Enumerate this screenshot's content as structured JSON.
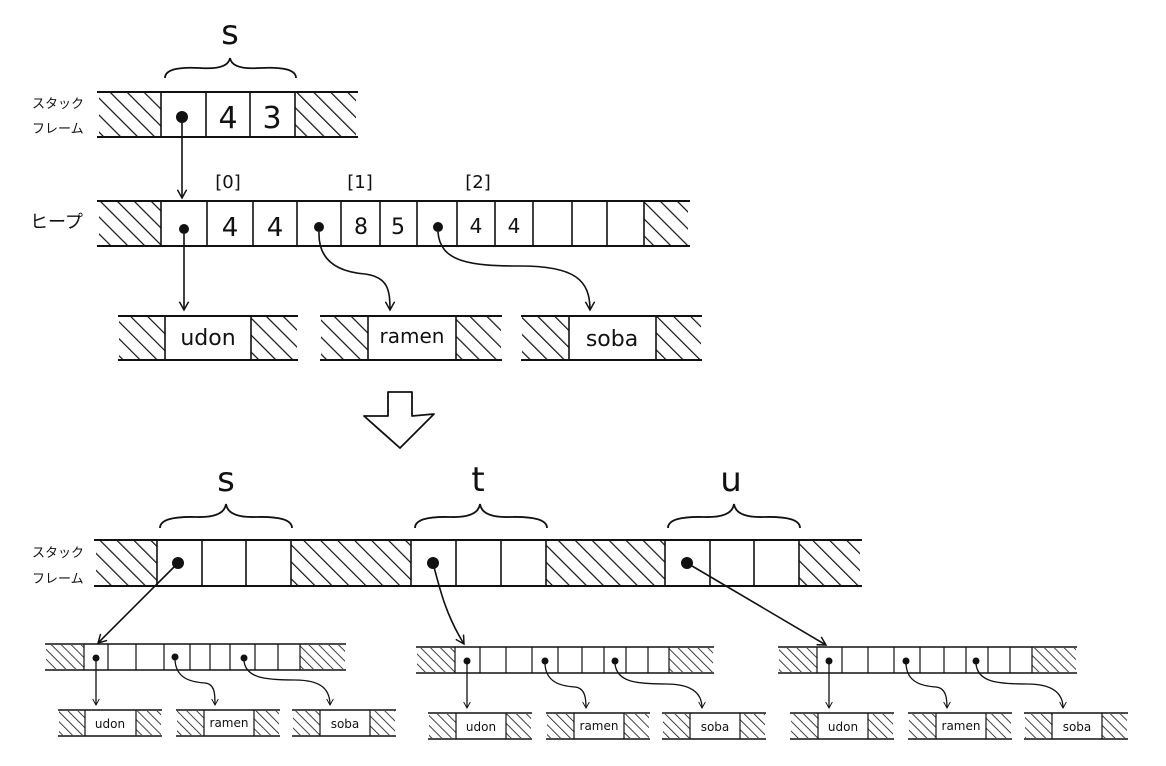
{
  "labels": {
    "stack_frame_line1": "スタック",
    "stack_frame_line2": "フレーム",
    "heap": "ヒープ"
  },
  "top": {
    "var_s": "s",
    "stack_values": [
      "4",
      "3"
    ],
    "indices": [
      "[0]",
      "[1]",
      "[2]"
    ],
    "heap_values": [
      "4",
      "4",
      "8",
      "5",
      "4",
      "4"
    ],
    "strings": [
      "udon",
      "ramen",
      "soba"
    ]
  },
  "bottom": {
    "vars": [
      "s",
      "t",
      "u"
    ],
    "strings": [
      "udon",
      "ramen",
      "soba"
    ]
  }
}
